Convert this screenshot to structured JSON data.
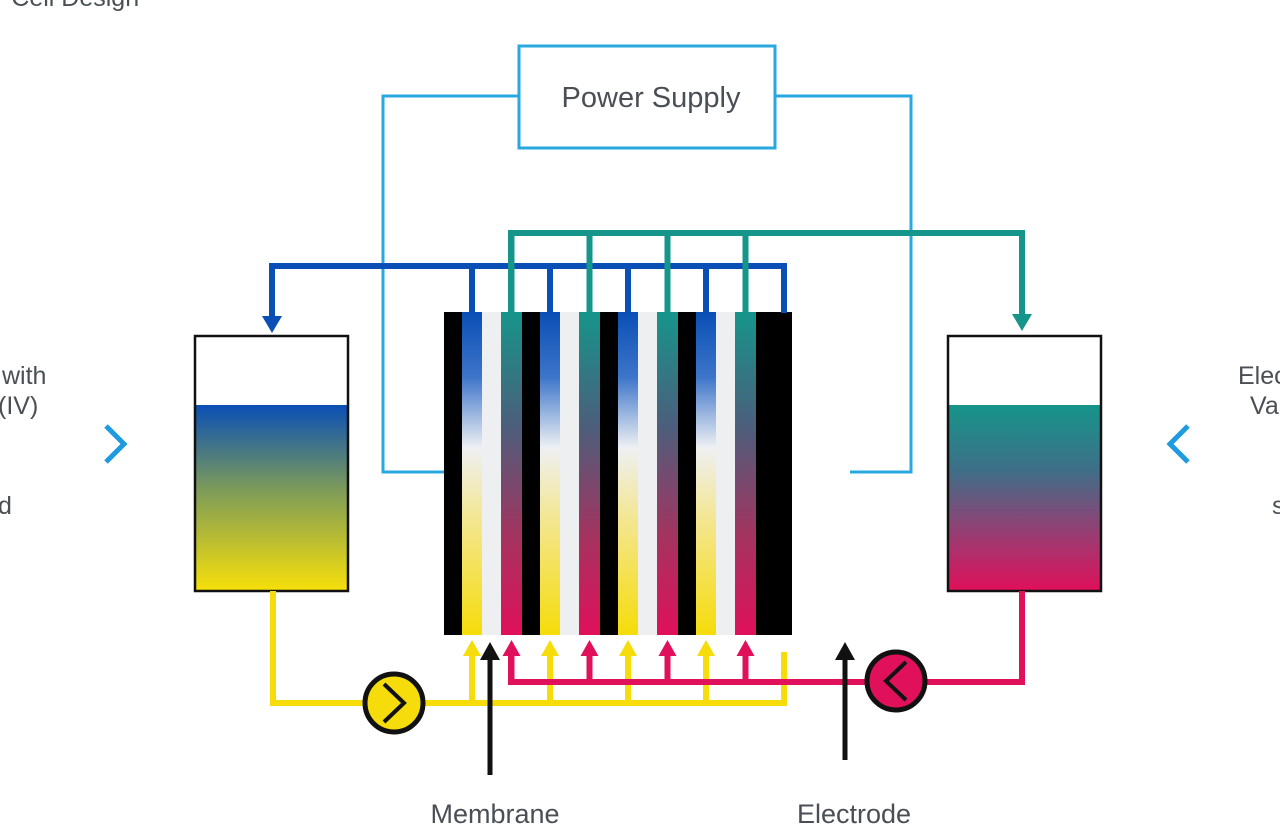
{
  "header": {
    "title_fragment": "r Cell Design"
  },
  "diagram": {
    "power_supply_label": "Power Supply",
    "membrane_label": "Membrane",
    "electrode_label": "Electrode",
    "left_text": {
      "line1": "with",
      "line2": "(IV)",
      "line3": "d"
    },
    "right_text": {
      "line1": "Elec",
      "line2": "Va",
      "line3": "s"
    }
  },
  "nav": {
    "prev_icon": "chevron-right-icon",
    "next_icon": "chevron-left-icon"
  },
  "colors": {
    "wire": "#29a8e0",
    "anolyte_blue": "#0a4fb5",
    "catholyte_teal": "#16958a",
    "yellow": "#f5dc0a",
    "magenta": "#e0105a",
    "electrode": "#000000",
    "membrane": "#eeeff1"
  }
}
